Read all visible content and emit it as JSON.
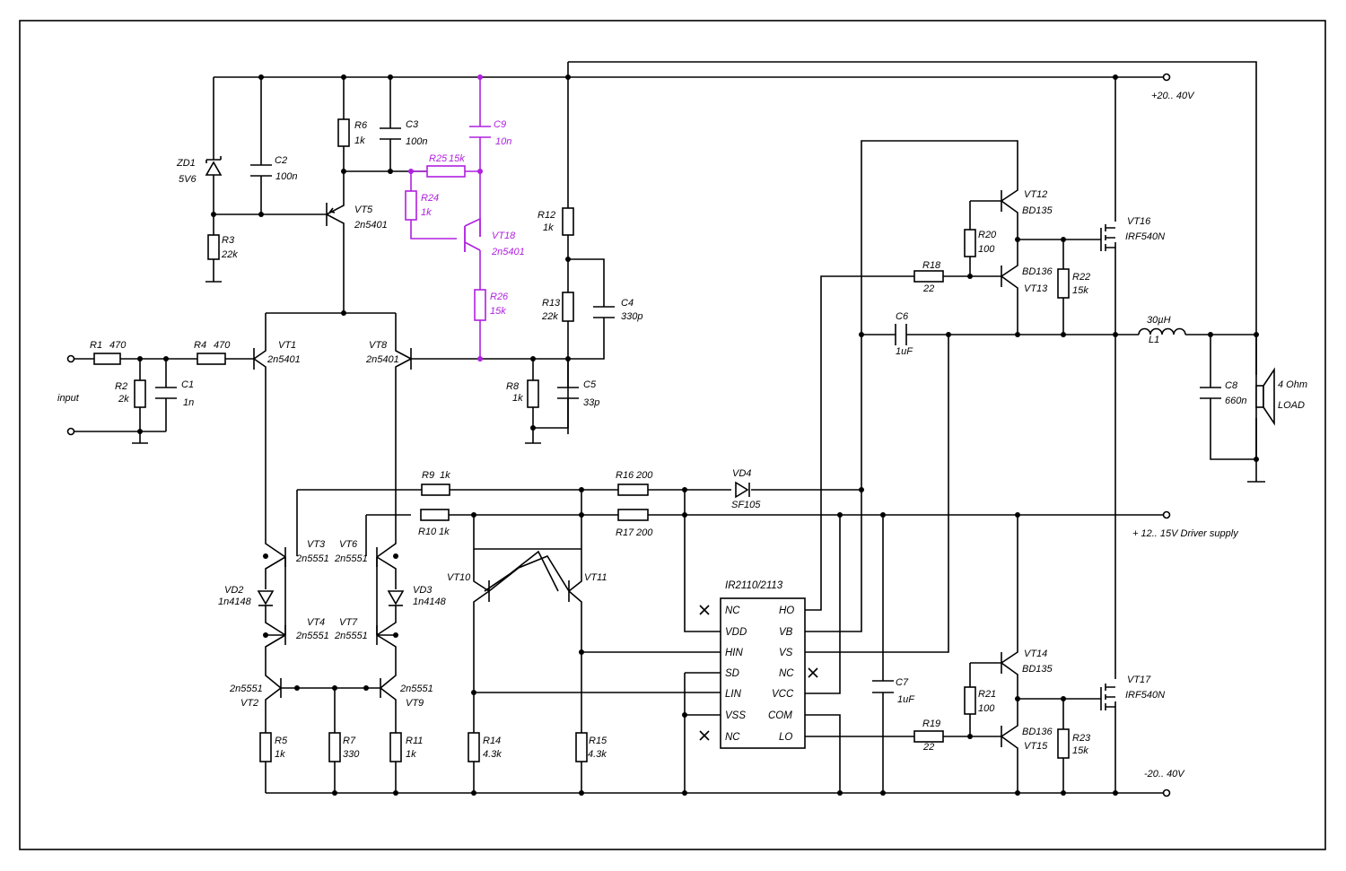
{
  "supply": {
    "positive": "+20.. 40V",
    "negative": "-20.. 40V",
    "driver": "+ 12.. 15V Driver supply"
  },
  "input_label": "input",
  "load": {
    "value": "4 Ohm",
    "label": "LOAD"
  },
  "inductor": {
    "value": "30µH",
    "name": "L1"
  },
  "ic": {
    "part": "IR2110/2113",
    "left_pins": [
      "NC",
      "VDD",
      "HIN",
      "SD",
      "LIN",
      "VSS",
      "NC"
    ],
    "right_pins": [
      "HO",
      "VB",
      "VS",
      "NC",
      "VCC",
      "COM",
      "LO"
    ]
  },
  "components": {
    "R1": {
      "name": "R1",
      "value": "470"
    },
    "R2": {
      "name": "R2",
      "value": "2k"
    },
    "C1": {
      "name": "C1",
      "value": "1n"
    },
    "R4": {
      "name": "R4",
      "value": "470"
    },
    "ZD1": {
      "name": "ZD1",
      "value": "5V6"
    },
    "C2": {
      "name": "C2",
      "value": "100n"
    },
    "R3": {
      "name": "R3",
      "value": "22k"
    },
    "R6": {
      "name": "R6",
      "value": "1k"
    },
    "C3": {
      "name": "C3",
      "value": "100n"
    },
    "VT5": {
      "name": "VT5",
      "value": "2n5401"
    },
    "C9": {
      "name": "C9",
      "value": "10n"
    },
    "R25": {
      "name": "R25",
      "value": "15k"
    },
    "R24": {
      "name": "R24",
      "value": "1k"
    },
    "VT18": {
      "name": "VT18",
      "value": "2n5401"
    },
    "R26": {
      "name": "R26",
      "value": "15k"
    },
    "R12": {
      "name": "R12",
      "value": "1k"
    },
    "R13": {
      "name": "R13",
      "value": "22k"
    },
    "C4": {
      "name": "C4",
      "value": "330p"
    },
    "R8": {
      "name": "R8",
      "value": "1k"
    },
    "C5": {
      "name": "C5",
      "value": "33p"
    },
    "VT1": {
      "name": "VT1",
      "value": "2n5401"
    },
    "VT8": {
      "name": "VT8",
      "value": "2n5401"
    },
    "R9": {
      "name": "R9",
      "value": "1k"
    },
    "R10": {
      "name": "R10",
      "value": "1k"
    },
    "R16": {
      "name": "R16",
      "value": "200"
    },
    "R17": {
      "name": "R17",
      "value": "200"
    },
    "VD4": {
      "name": "VD4",
      "value": "SF105"
    },
    "VT3": {
      "name": "VT3",
      "value": "2n5551"
    },
    "VT6": {
      "name": "VT6",
      "value": "2n5551"
    },
    "VD2": {
      "name": "VD2",
      "value": "1n4148"
    },
    "VD3": {
      "name": "VD3",
      "value": "1n4148"
    },
    "VT4": {
      "name": "VT4",
      "value": "2n5551"
    },
    "VT7": {
      "name": "VT7",
      "value": "2n5551"
    },
    "VT2": {
      "name": "VT2",
      "value": "2n5551"
    },
    "VT9": {
      "name": "VT9",
      "value": "2n5551"
    },
    "R5": {
      "name": "R5",
      "value": "1k"
    },
    "R7": {
      "name": "R7",
      "value": "330"
    },
    "R11": {
      "name": "R11",
      "value": "1k"
    },
    "VT10": {
      "name": "VT10"
    },
    "VT11": {
      "name": "VT11"
    },
    "R14": {
      "name": "R14",
      "value": "4.3k"
    },
    "R15": {
      "name": "R15",
      "value": "4.3k"
    },
    "VT12": {
      "name": "VT12",
      "value": "BD135"
    },
    "VT13": {
      "name": "VT13",
      "value": "BD136"
    },
    "VT14": {
      "name": "VT14",
      "value": "BD135"
    },
    "VT15": {
      "name": "VT15",
      "value": "BD136"
    },
    "R20": {
      "name": "R20",
      "value": "100"
    },
    "R21": {
      "name": "R21",
      "value": "100"
    },
    "R18": {
      "name": "R18",
      "value": "22"
    },
    "R19": {
      "name": "R19",
      "value": "22"
    },
    "R22": {
      "name": "R22",
      "value": "15k"
    },
    "R23": {
      "name": "R23",
      "value": "15k"
    },
    "VT16": {
      "name": "VT16",
      "value": "IRF540N"
    },
    "VT17": {
      "name": "VT17",
      "value": "IRF540N"
    },
    "C6": {
      "name": "C6",
      "value": "1uF"
    },
    "C7": {
      "name": "C7",
      "value": "1uF"
    },
    "C8": {
      "name": "C8",
      "value": "660n"
    }
  }
}
